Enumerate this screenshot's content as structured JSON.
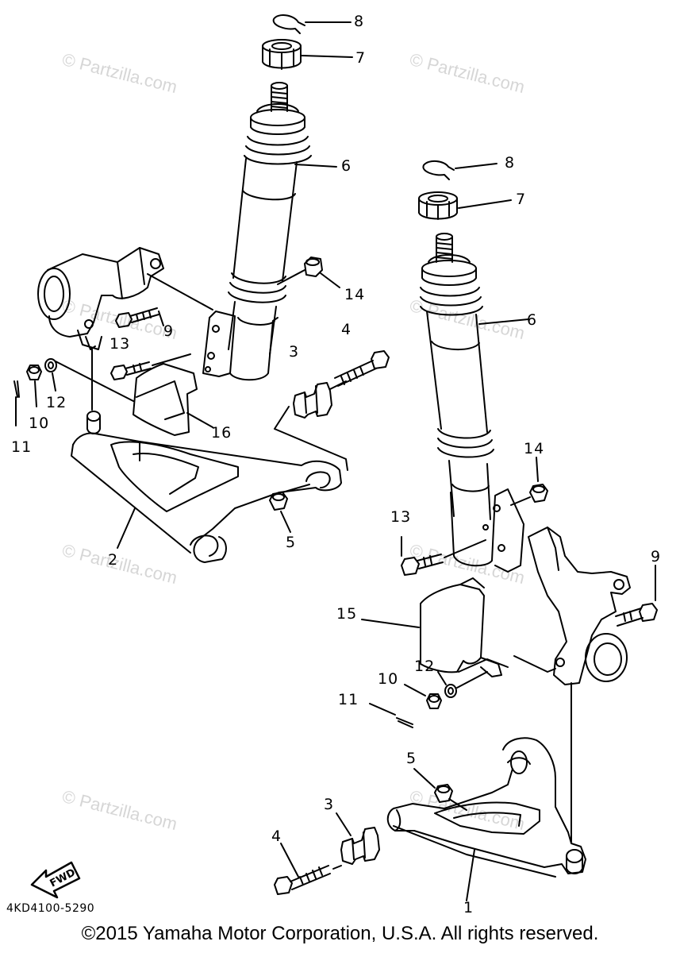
{
  "callouts": {
    "c1": "1",
    "c2": "2",
    "c3a": "3",
    "c3b": "3",
    "c4a": "4",
    "c4b": "4",
    "c5a": "5",
    "c5b": "5",
    "c6a": "6",
    "c6b": "6",
    "c7a": "7",
    "c7b": "7",
    "c8a": "8",
    "c8b": "8",
    "c9a": "9",
    "c9b": "9",
    "c10a": "10",
    "c10b": "10",
    "c11a": "11",
    "c11b": "11",
    "c12a": "12",
    "c12b": "12",
    "c13a": "13",
    "c13b": "13",
    "c14a": "14",
    "c14b": "14",
    "c15": "15",
    "c16": "16"
  },
  "fwd_label": "FWD",
  "diagram_code": "4KD4100-5290",
  "copyright": "©2015  Yamaha Motor Corporation, U.S.A. All rights reserved.",
  "watermark": "© Partzilla.com",
  "colors": {
    "ink": "#000000",
    "watermark": "#d6d6d6"
  }
}
